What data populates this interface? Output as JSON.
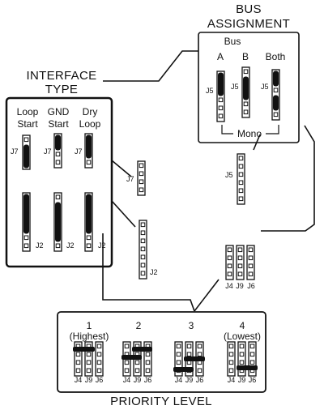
{
  "bus_assignment": {
    "title_line1": "BUS",
    "title_line2": "ASSIGNMENT",
    "bus_header": "Bus",
    "col_a": "A",
    "col_b": "B",
    "col_both": "Both",
    "jumper": "J5",
    "mono": "Mono"
  },
  "interface_type": {
    "title_line1": "INTERFACE",
    "title_line2": "TYPE",
    "loop_start_1": "Loop",
    "loop_start_2": "Start",
    "gnd_start_1": "GND",
    "gnd_start_2": "Start",
    "dry_loop_1": "Dry",
    "dry_loop_2": "Loop",
    "jumper_top": "J7",
    "jumper_bottom": "J2"
  },
  "board": {
    "j7": "J7",
    "j2": "J2",
    "j5": "J5",
    "j4": "J4",
    "j9": "J9",
    "j6": "J6"
  },
  "priority_level": {
    "title": "PRIORITY LEVEL",
    "p1_num": "1",
    "p1_desc": "(Highest)",
    "p2_num": "2",
    "p3_num": "3",
    "p4_num": "4",
    "p4_desc": "(Lowest)",
    "jumpers": [
      "J4",
      "J9",
      "J6"
    ]
  }
}
